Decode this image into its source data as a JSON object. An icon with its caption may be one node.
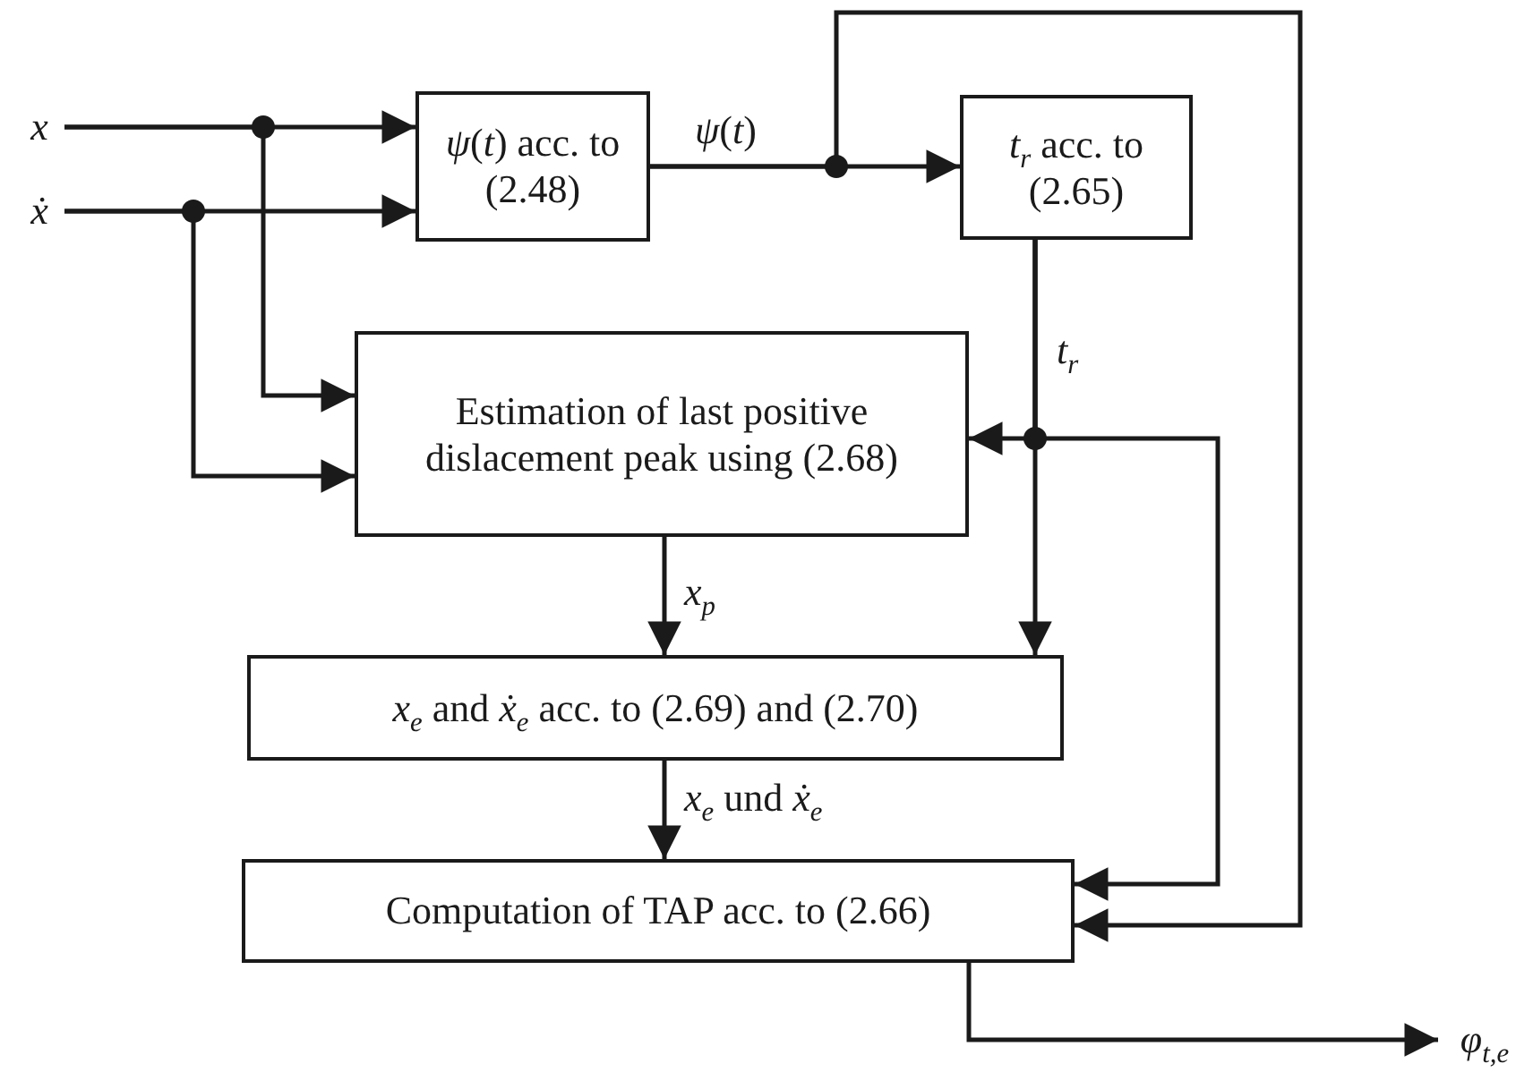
{
  "diagram": {
    "nodes": [
      {
        "text": [
          "*x*"
        ]
      },
      {
        "text": [
          "*ẋ*"
        ]
      },
      {
        "text": [
          "*ψ*(*t*) acc. to (2.48)"
        ]
      },
      {
        "text": [
          "*t*$_{r}$ acc. to (2.65)"
        ]
      },
      {
        "text": [
          "Estimation of last positive dislacement peak using (2.68)"
        ]
      },
      {
        "text": [
          "*x*$_{e}$ and *ẋ*$_{e}$ acc. to (2.69) and (2.70)"
        ]
      },
      {
        "text": [
          "Computation of TAP acc. to (2.66)"
        ]
      },
      {
        "text": [
          "*φ*$_{t,e}$"
        ]
      }
    ],
    "edges": [
      {
        "from": 0,
        "to": 2,
        "arrow": "to"
      },
      {
        "from": 0,
        "to": 4,
        "arrow": "to"
      },
      {
        "from": 1,
        "to": 2,
        "arrow": "to"
      },
      {
        "from": 1,
        "to": 4,
        "arrow": "to"
      },
      {
        "from": 2,
        "to": 3,
        "arrow": "to",
        "label": "*ψ*(*t*)"
      },
      {
        "from": 2,
        "to": 6,
        "arrow": "to"
      },
      {
        "from": 3,
        "to": 5,
        "arrow": "to",
        "label": "*t*$_{r}$"
      },
      {
        "from": 3,
        "to": 4,
        "arrow": "to"
      },
      {
        "from": 3,
        "to": 6,
        "arrow": "to"
      },
      {
        "from": 4,
        "to": 5,
        "arrow": "to",
        "label": "*x*$_{p}$"
      },
      {
        "from": 5,
        "to": 6,
        "arrow": "to",
        "label": "*x*$_{e}$ und *ẋ*$_{e}$"
      },
      {
        "from": 6,
        "to": 7,
        "arrow": "to"
      }
    ]
  }
}
